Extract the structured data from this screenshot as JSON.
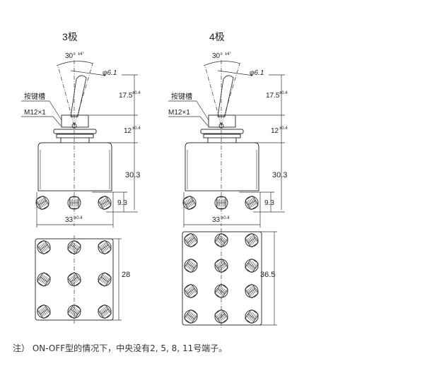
{
  "views": [
    {
      "title": "3极",
      "angle": "30°",
      "angle_tol": "±4°",
      "diameter": "φ6.1",
      "keyway_label": "按键槽",
      "thread_label": "M12×1",
      "dim_lever": "17.5",
      "dim_lever_tol": "±0.4",
      "dim_bushing": "12",
      "dim_bushing_tol": "±0.4",
      "dim_body": "30.3",
      "dim_terminal": "9.3",
      "dim_width": "33",
      "dim_width_tol": "±0.4",
      "dim_depth": "28",
      "terminal_rows": 3
    },
    {
      "title": "4极",
      "angle": "30°",
      "angle_tol": "±4°",
      "diameter": "φ6.1",
      "keyway_label": "按键槽",
      "thread_label": "M12×1",
      "dim_lever": "17.5",
      "dim_lever_tol": "±0.4",
      "dim_bushing": "12",
      "dim_bushing_tol": "±0.4",
      "dim_body": "30.3",
      "dim_terminal": "9.3",
      "dim_width": "33",
      "dim_width_tol": "±0.4",
      "dim_depth": "36.5",
      "terminal_rows": 4
    }
  ],
  "note": "注） ON-OFF型的情况下，中央没有2, 5, 8, 11号端子。"
}
